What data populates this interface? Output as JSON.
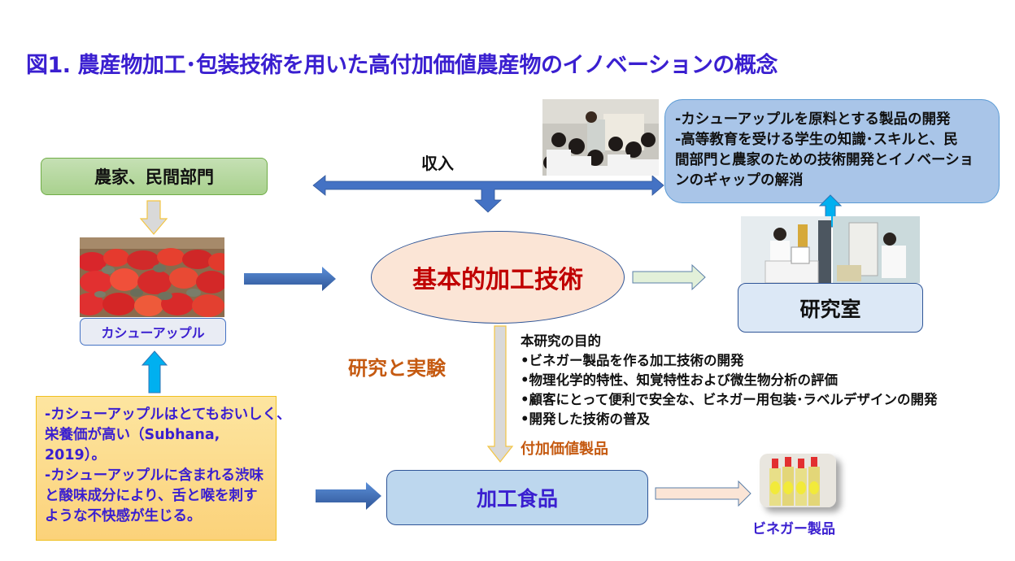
{
  "title": "図1. 農産物加工･包装技術を用いた高付加価値農産物のイノベーションの概念",
  "colors": {
    "title": "#3a1fd0",
    "ellipse_text": "#c00000",
    "research_text": "#c55a11",
    "arrow_blue": "#4472c4",
    "arrow_cyan": "#00b0f0"
  },
  "nodes": {
    "farmers": "農家、民間部門",
    "cashew_apple": "カシューアップル",
    "core_tech": "基本的加工技術",
    "laboratory": "研究室",
    "processed_food": "加工食品",
    "vinegar_product": "ビネガー製品"
  },
  "labels": {
    "income": "収入",
    "research_experiment": "研究と実験",
    "value_added": "付加価値製品"
  },
  "cashew_info": [
    "-カシューアップルはとてもおいしく、",
    "栄養価が高い（Subhana,",
    "2019）。",
    "-カシューアップルに含まれる渋味",
    "と酸味成分により、舌と喉を刺す",
    "ような不快感が生じる。"
  ],
  "development_goals": [
    "-カシューアップルを原料とする製品の開発",
    "-高等教育を受ける学生の知識･スキルと、民",
    "間部門と農家のための技術開発とイノベーショ",
    "ンのギャップの解消"
  ],
  "objectives": {
    "heading": "本研究の目的",
    "items": [
      "•ビネガー製品を作る加工技術の開発",
      "•物理化学的特性、知覚特性および微生物分析の評価",
      "•顧客にとって便利で安全な、ビネガー用包装･ラベルデザインの開発",
      "•開発した技術の普及"
    ]
  },
  "images": {
    "students": "students-in-lab-photo",
    "cashew": "cashew-apples-photo",
    "lab_a": "lab-researcher-photo",
    "lab_b": "lab-equipment-photo",
    "vinegar": "vinegar-bottles-photo"
  }
}
